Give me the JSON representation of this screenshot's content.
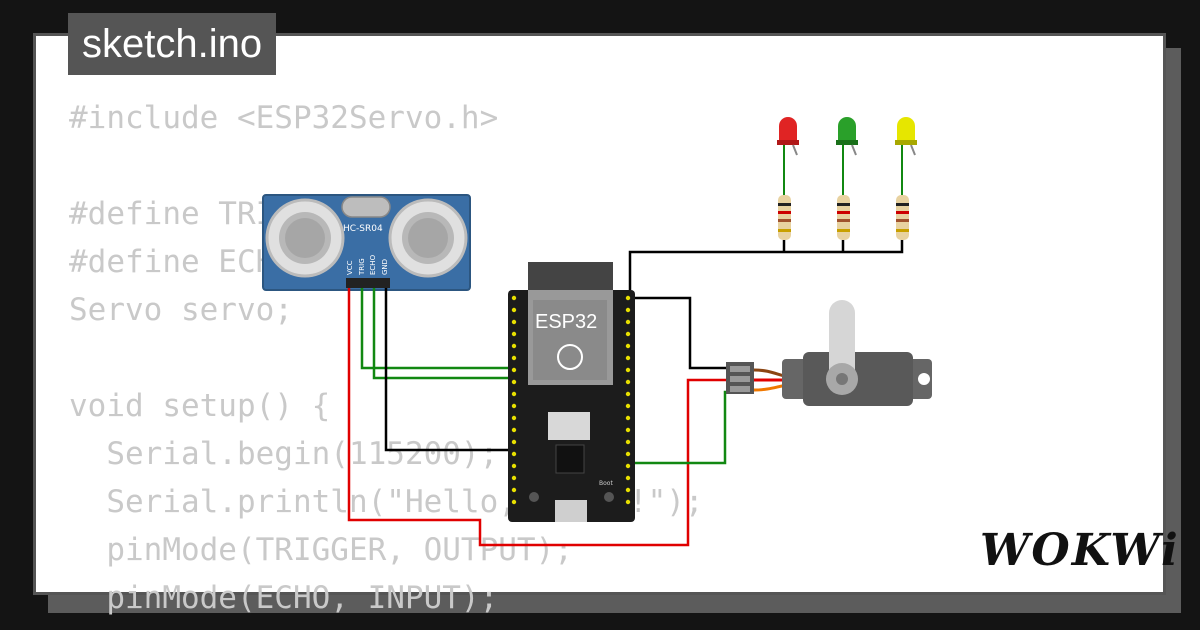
{
  "tab": {
    "title": "sketch.ino"
  },
  "code": {
    "lines": [
      "#include <ESP32Servo.h>",
      "",
      "#define TRIGGER 5",
      "#define ECHO 18",
      "Servo servo;",
      "",
      "void setup() {",
      "  Serial.begin(115200);",
      "  Serial.println(\"Hello, ESP32!\");",
      "  pinMode(TRIGGER, OUTPUT);",
      "  pinMode(ECHO, INPUT);"
    ]
  },
  "components": {
    "sensor": {
      "label": "HC-SR04",
      "pins": [
        "VCC",
        "TRIG",
        "ECHO",
        "GND"
      ]
    },
    "mcu": {
      "label": "ESP32",
      "boot_label": "Boot"
    },
    "leds": [
      {
        "color_name": "red",
        "color": "#e02424"
      },
      {
        "color_name": "green",
        "color": "#2aa02a"
      },
      {
        "color_name": "yellow",
        "color": "#e6e600"
      }
    ],
    "servo": {
      "color": "#666666"
    }
  },
  "colors": {
    "wire_red": "#e00000",
    "wire_green": "#118811",
    "wire_black": "#000000",
    "wire_orange": "#f07800",
    "sensor_board": "#3a6ea5"
  },
  "branding": {
    "logo": "WOKWi"
  }
}
